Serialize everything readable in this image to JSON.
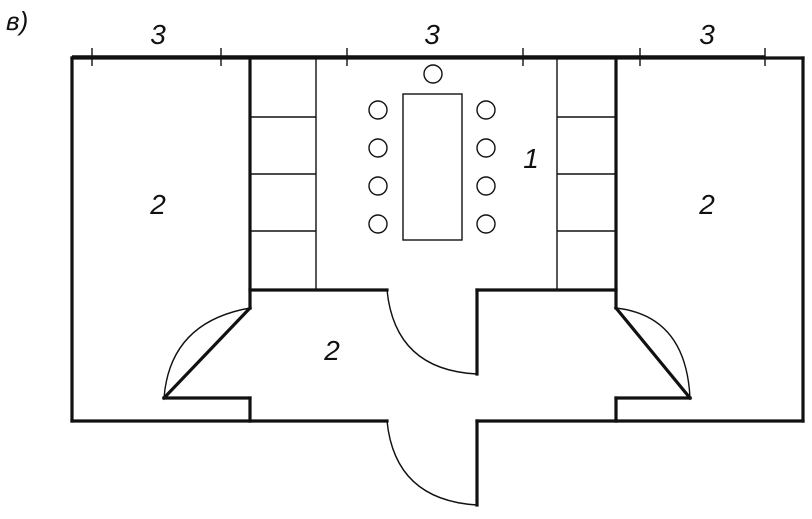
{
  "panel_label": "в)",
  "dimensions": [
    "3",
    "3",
    "3"
  ],
  "room_labels": {
    "center_room": "1",
    "left_room": "2",
    "right_room": "2",
    "lobby": "2"
  }
}
